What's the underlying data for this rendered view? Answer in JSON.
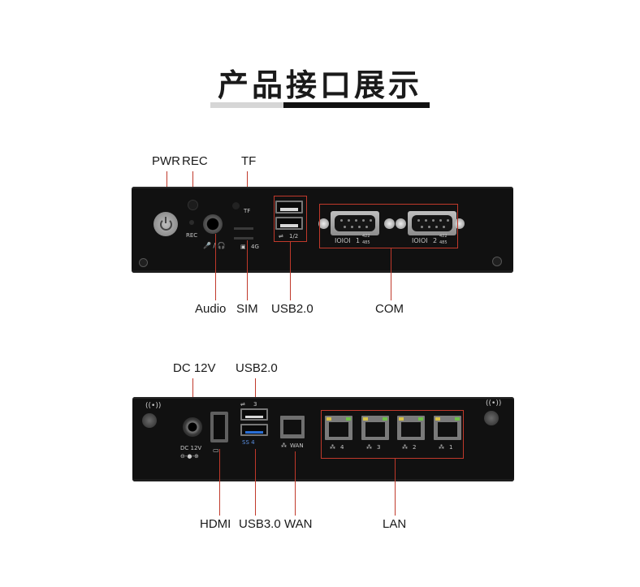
{
  "title": "产品接口展示",
  "top_panel": {
    "labels_top": {
      "pwr": "PWR",
      "rec": "REC",
      "tf": "TF"
    },
    "labels_bottom": {
      "audio": "Audio",
      "sim": "SIM",
      "usb": "USB2.0",
      "com": "COM"
    },
    "panel_text": {
      "rec": "REC",
      "tf": "TF",
      "sim": "4G",
      "usb": "1/2",
      "com1": "1",
      "com2": "2",
      "com_sub1": "422",
      "com_sub2": "485"
    }
  },
  "bottom_panel": {
    "labels_top": {
      "dc": "DC 12V",
      "usb": "USB2.0"
    },
    "labels_bottom": {
      "hdmi": "HDMI",
      "usb3": "USB3.0",
      "wan": "WAN",
      "lan": "LAN"
    },
    "panel_text": {
      "dc": "DC  12V",
      "usb3_top": "3",
      "usb3_bottom": "SS 4",
      "wan": "WAN",
      "lan": [
        "4",
        "3",
        "2",
        "1"
      ]
    }
  }
}
